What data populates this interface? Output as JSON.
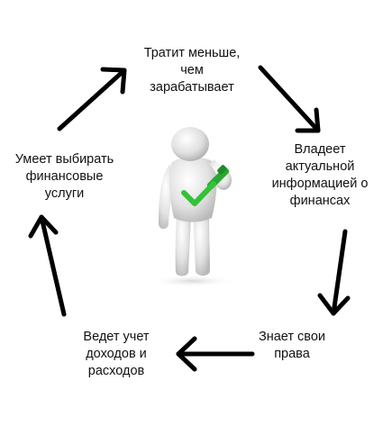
{
  "nodes": {
    "top": [
      "Тратит меньше,",
      "чем",
      "зарабатывает"
    ],
    "right": [
      "Владеет",
      "актуальной",
      "информацией о",
      "финансах"
    ],
    "bottom_right": [
      "Знает свои",
      "права"
    ],
    "bottom_left": [
      "Ведет учет",
      "доходов и",
      "расходов"
    ],
    "left": [
      "Умеет выбирать",
      "финансовые",
      "услуги"
    ]
  },
  "colors": {
    "arrow": "#000000",
    "check": "#35c23a",
    "figure": "#e6e6e6"
  }
}
